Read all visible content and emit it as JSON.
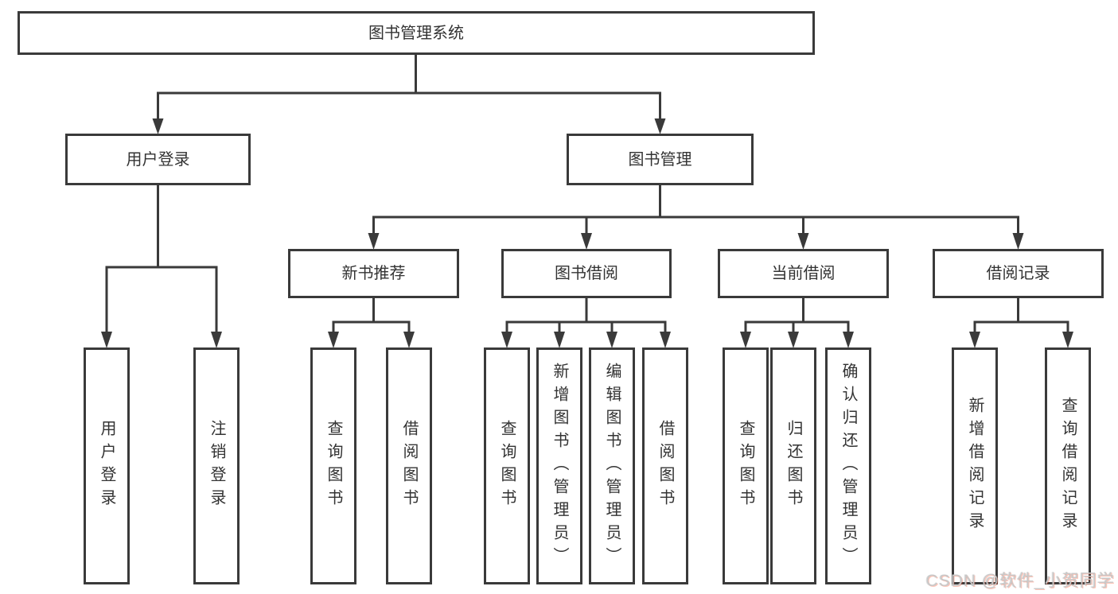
{
  "nodes": {
    "root": "图书管理系统",
    "user_login": "用户登录",
    "book_management": "图书管理",
    "new_book_recommend": "新书推荐",
    "book_borrow": "图书借阅",
    "current_borrow": "当前借阅",
    "borrow_record": "借阅记录",
    "leaves": {
      "user_login": [
        "用户登录",
        "注销登录"
      ],
      "new_book_recommend": [
        "查询图书",
        "借阅图书"
      ],
      "book_borrow": [
        "查询图书",
        "新增图书（管理员）",
        "编辑图书（管理员）",
        "借阅图书"
      ],
      "current_borrow": [
        "查询图书",
        "归还图书",
        "确认归还（管理员）"
      ],
      "borrow_record": [
        "新增借阅记录",
        "查询借阅记录"
      ]
    }
  },
  "watermark": "CSDN @软件_小贺同学",
  "colors": {
    "line": "#3a3a3a",
    "text": "#333333",
    "background": "#ffffff",
    "watermark": "#c9c9c9",
    "watermark_accent": "#fc5531"
  }
}
